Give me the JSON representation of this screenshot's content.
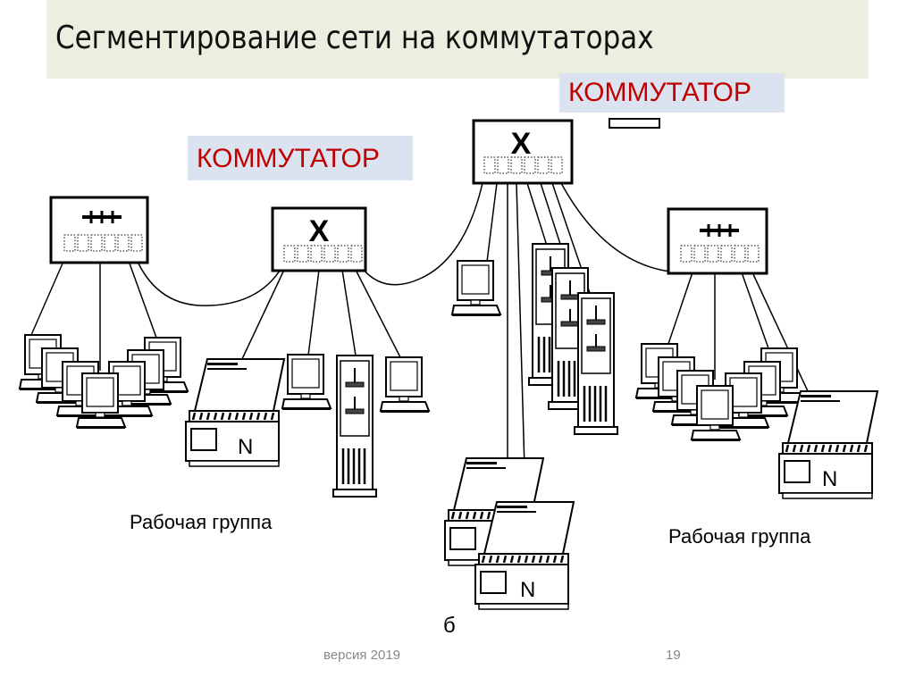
{
  "slide": {
    "title": "Сегментирование сети на коммутаторах",
    "footer_version": "версия 2019",
    "page_number": "19"
  },
  "callouts": {
    "top_switch_label": "КОММУТАТОР",
    "left_switch_label": "КОММУТАТОР"
  },
  "diagram": {
    "workgroup_left_label": "Рабочая группа",
    "workgroup_right_label": "Рабочая группа",
    "figure_letter": "б",
    "printer_letter": "N",
    "colors": {
      "title_band": "#ebefe0",
      "callout_bg": "#dae3ef",
      "callout_text": "#c00000",
      "line": "#000000"
    },
    "devices": {
      "hubs": [
        "hub-left",
        "hub-right"
      ],
      "switches": [
        "switch-center-top",
        "switch-left"
      ],
      "servers_cluster": 3,
      "workstations_standalone": 3,
      "printers": 4
    }
  }
}
